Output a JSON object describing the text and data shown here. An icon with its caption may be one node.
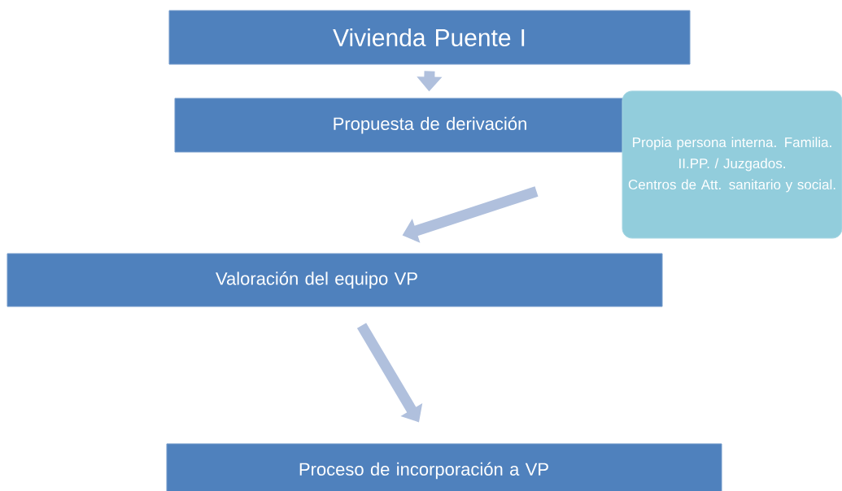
{
  "diagram": {
    "nodes": [
      {
        "text": [
          "Vivienda Puente I"
        ]
      },
      {
        "text": [
          "Propuesta de derivación"
        ]
      },
      {
        "text": [
          "Propia persona interna. Familia.",
          "II.PP.  / Juzgados.",
          "Centros de Att. sanitario y social."
        ]
      },
      {
        "text": [
          "Valoración del equipo VP"
        ]
      },
      {
        "text": [
          "Proceso de incorporación a VP"
        ]
      }
    ],
    "edges": [
      {
        "from": 0,
        "to": 1,
        "arrow": "to"
      },
      {
        "from": 1,
        "to": 3,
        "arrow": "to"
      },
      {
        "from": 3,
        "to": 4,
        "arrow": "to"
      }
    ]
  }
}
